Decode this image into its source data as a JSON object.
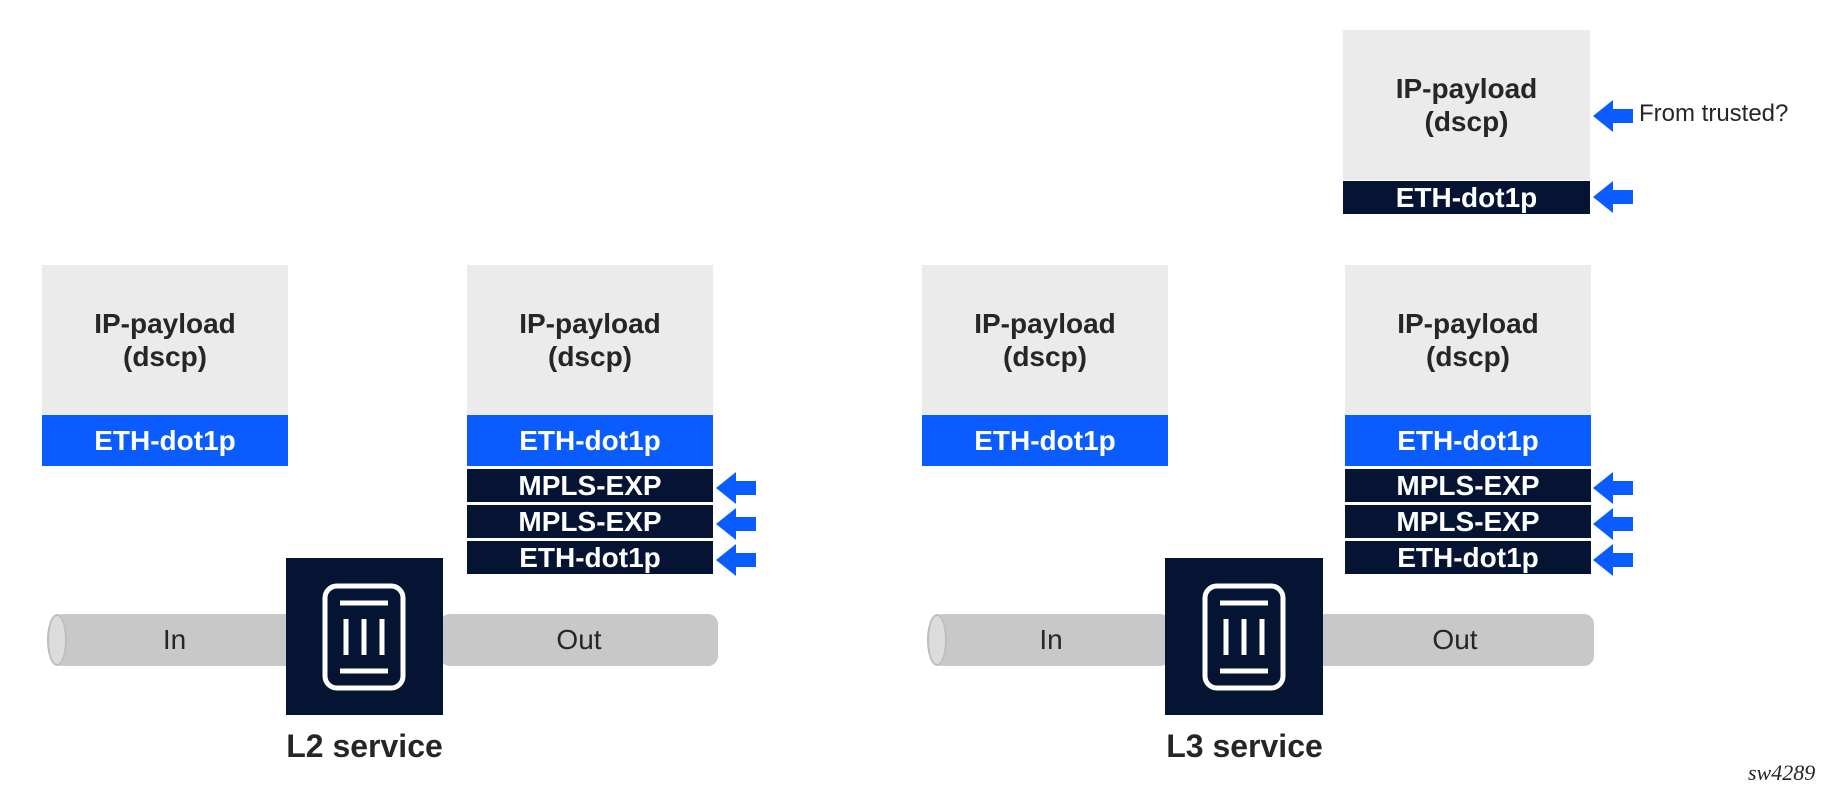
{
  "colors": {
    "eth_blue": "#0a5cff",
    "navy": "#041432",
    "payload_grey": "#ebebeb",
    "pipe_grey": "#c8c8c8"
  },
  "l2": {
    "in_packet": {
      "payload_line1": "IP-payload",
      "payload_line2": "(dscp)",
      "eth": "ETH-dot1p"
    },
    "out_packet": {
      "payload_line1": "IP-payload",
      "payload_line2": "(dscp)",
      "eth": "ETH-dot1p",
      "labels": [
        "MPLS-EXP",
        "MPLS-EXP",
        "ETH-dot1p"
      ]
    },
    "pipe_in": "In",
    "pipe_out": "Out",
    "service": "L2 service",
    "router_icon": "router-icon",
    "arrow_icon": "left-arrow-icon"
  },
  "l3": {
    "in_packet": {
      "payload_line1": "IP-payload",
      "payload_line2": "(dscp)",
      "eth": "ETH-dot1p"
    },
    "top_packet": {
      "payload_line1": "IP-payload",
      "payload_line2": "(dscp)",
      "eth": "ETH-dot1p",
      "note": "From trusted?"
    },
    "out_packet": {
      "payload_line1": "IP-payload",
      "payload_line2": "(dscp)",
      "eth": "ETH-dot1p",
      "labels": [
        "MPLS-EXP",
        "MPLS-EXP",
        "ETH-dot1p"
      ]
    },
    "pipe_in": "In",
    "pipe_out": "Out",
    "service": "L3 service",
    "router_icon": "router-icon",
    "arrow_icon": "left-arrow-icon"
  },
  "figure_id": "sw4289"
}
